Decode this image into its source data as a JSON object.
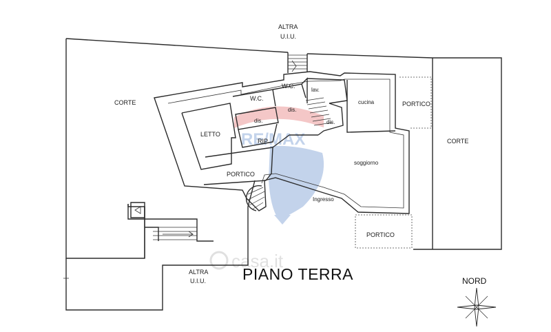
{
  "plan": {
    "title": "PIANO TERRA",
    "north_label": "NORD",
    "watermark_brand": "RE/MAX",
    "watermark_site": "casa.it",
    "labels": {
      "altra_top_1": "ALTRA",
      "altra_top_2": "U.I.U.",
      "altra_bottom_1": "ALTRA",
      "altra_bottom_2": "U.I.U.",
      "corte_left": "CORTE",
      "corte_right": "CORTE",
      "wc_1": "W.C.",
      "wc_2": "W.C.",
      "lav": "lav.",
      "cucina": "cucina",
      "dis_1": "dis.",
      "dis_2": "dis.",
      "dis_3": "dis.",
      "letto": "LETTO",
      "rip": "RIP.",
      "portico_top": "PORTICO",
      "portico_mid": "PORTICO",
      "portico_bottom": "PORTICO",
      "soggiorno": "soggiorno",
      "ingresso": "Ingresso"
    }
  }
}
